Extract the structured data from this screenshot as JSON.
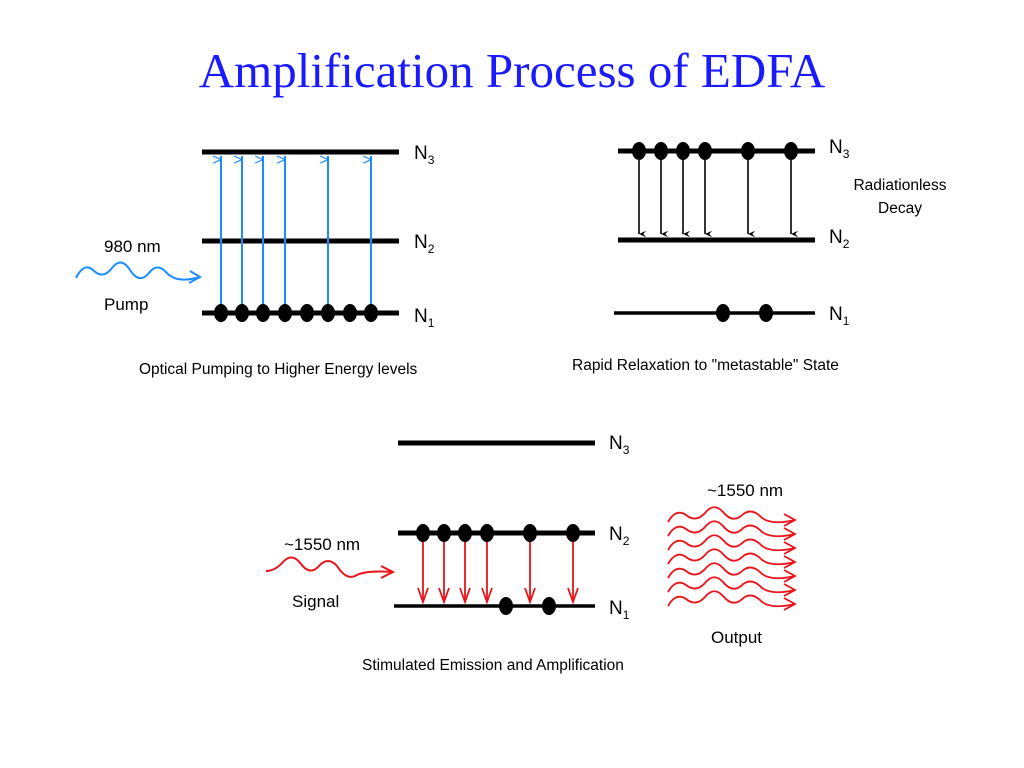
{
  "title": "Amplification Process of EDFA",
  "colors": {
    "title": "#1a1aff",
    "pump": "#1a8cff",
    "signal": "#e8141a",
    "level": "#000000"
  },
  "panel_pump": {
    "caption": "Optical Pumping to Higher Energy levels",
    "wavelength": "980 nm",
    "source_label": "Pump",
    "levels": [
      {
        "name": "N",
        "subscript": "3"
      },
      {
        "name": "N",
        "subscript": "2"
      },
      {
        "name": "N",
        "subscript": "1"
      }
    ]
  },
  "panel_relax": {
    "caption": "Rapid Relaxation to \"metastable\" State",
    "note_line1": "Radiationless",
    "note_line2": "Decay",
    "levels": [
      {
        "name": "N",
        "subscript": "3"
      },
      {
        "name": "N",
        "subscript": "2"
      },
      {
        "name": "N",
        "subscript": "1"
      }
    ]
  },
  "panel_emission": {
    "caption": "Stimulated Emission and Amplification",
    "signal_wavelength": "~1550 nm",
    "signal_label": "Signal",
    "output_wavelength": "~1550 nm",
    "output_label": "Output",
    "levels": [
      {
        "name": "N",
        "subscript": "3"
      },
      {
        "name": "N",
        "subscript": "2"
      },
      {
        "name": "N",
        "subscript": "1"
      }
    ]
  }
}
